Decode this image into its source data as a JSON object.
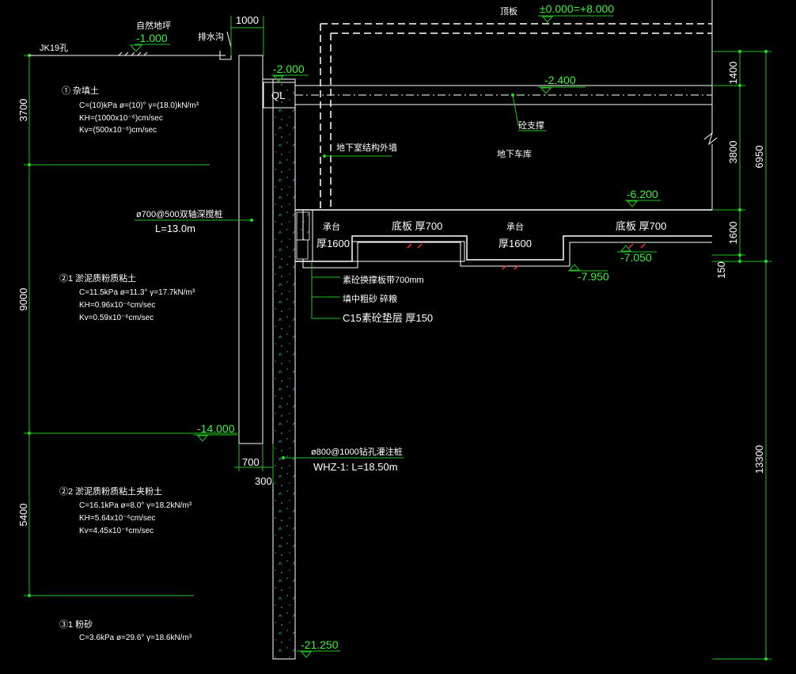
{
  "colors": {
    "background": "#000000",
    "dimension": "#21c421",
    "structure": "#ffffff",
    "accent": "#ff3030"
  },
  "labels": {
    "borehole": "JK19孔",
    "natural_ground": "自然地坪",
    "ground_elev": "-1.000",
    "drain_ditch": "排水沟",
    "top_slab": "顶板",
    "top_slab_elev": "±0.000=+8.000",
    "ql_elev": "-2.000",
    "ql": "QL",
    "beam_elev": "-2.400",
    "wall_label": "地下室结构外墙",
    "brace_label": "砼支撑",
    "garage": "地下车库",
    "slab_elev": "-6.200",
    "cap_left": "承台",
    "cap_left_thk": "厚1600",
    "floor_mid": "底板 厚700",
    "cap_right": "承台",
    "cap_right_thk": "厚1600",
    "floor_right": "底板 厚700",
    "elev_7050": "-7.050",
    "elev_7950": "-7.950",
    "pile_700_spec": "ø700@500双轴深搅桩",
    "pile_700_len": "L=13.0m",
    "band_note": "素砼换撑板带700mm",
    "fill_note": "填中粗砂 碎粮",
    "cushion_note": "C15素砼垫层 厚150",
    "elev_14000": "-14.000",
    "pile_800_spec": "ø800@1000钻孔灌注桩",
    "pile_800_len": "WHZ-1: L=18.50m",
    "elev_21250": "-21.250"
  },
  "dimensions": {
    "top_width": "1000",
    "right_1400": "1400",
    "right_3800": "3800",
    "right_6950": "6950",
    "right_1600": "1600",
    "right_150": "150",
    "right_13300": "13300",
    "left_3700": "3700",
    "left_9000": "9000",
    "left_5400": "5400",
    "wall_700": "700",
    "wall_300": "300"
  },
  "layers": [
    {
      "id": "① 杂填土",
      "line1": "C=(10)kPa  ø=(10)°  γ=(18.0)kN/m³",
      "line2": "KH=(1000x10⁻⁶)cm/sec",
      "line3": "Kv=(500x10⁻⁶)cm/sec"
    },
    {
      "id": "②1 淤泥质粉质粘土",
      "line1": "C=11.5kPa  ø=11.3°  γ=17.7kN/m³",
      "line2": "KH=0.96x10⁻⁶cm/sec",
      "line3": "Kv=0.59x10⁻⁶cm/sec"
    },
    {
      "id": "②2 淤泥质粉质粘土夹粉土",
      "line1": "C=16.1kPa  ø=8.0°  γ=18.2kN/m³",
      "line2": "KH=5.64x10⁻⁶cm/sec",
      "line3": "Kv=4.45x10⁻⁶cm/sec"
    },
    {
      "id": "③1 粉砂",
      "line1": "C=3.6kPa  ø=29.6°  γ=18.6kN/m³"
    }
  ]
}
